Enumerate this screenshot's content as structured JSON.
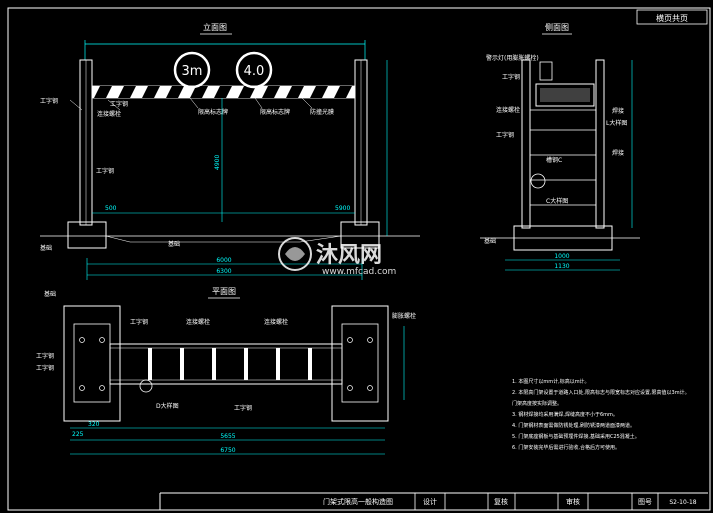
{
  "drawing": {
    "corner_tag": "横页共页",
    "front_view_title": "立面图",
    "side_view_title": "侧面图",
    "plan_view_title": "平面图",
    "signs": [
      "3m",
      "4.0"
    ],
    "front_labels": {
      "i_beam": "工字钢",
      "i_beam_2": "工字钢",
      "i_beam_3": "工字钢",
      "bolt": "连接螺栓",
      "sign_label": "限高标志牌",
      "bolt_2": "限高标志牌",
      "anchor": "防撞光膜",
      "base": "基础",
      "ground": "基础",
      "dim_4900": "4900",
      "dim_5900": "5900",
      "dim_500": "500",
      "dim_6000": "6000",
      "dim_6300": "6300"
    },
    "side_labels": {
      "top_note": "警示灯(用膨胀螺栓)",
      "i_beam": "工字钢",
      "bolt": "连接螺栓",
      "i_beam_2": "工字钢",
      "channel": "槽钢C",
      "channel_2": "C大样图",
      "base": "基础",
      "weld": "焊接",
      "weld_2": "焊接",
      "dim_1000": "1000",
      "dim_1130": "1130",
      "right_note": "L大样图"
    },
    "plan_labels": {
      "base": "基础",
      "i_beam": "工字钢",
      "i_beam_2": "工字钢",
      "bolt": "连接螺栓",
      "bolt_2": "连接螺栓",
      "anchor": "膨胀螺栓",
      "detail": "D大样图",
      "i_beam_3": "工字钢",
      "i_beam_4": "工字钢",
      "dim_5655": "5655",
      "dim_6750": "6750",
      "dim_320": "320",
      "dim_225": "225"
    },
    "notes": [
      "1. 本图尺寸以mm计,标高以m计。",
      "2. 本限高门架设置于道路入口处,限高标志与限宽标志对应设置,限高值以3m计。",
      "   门架高度按实际调整。",
      "3. 钢材焊接均采用满焊,焊缝高度不小于6mm。",
      "4. 门架钢材表面需做防锈处理,刷防锈漆两道面漆两道。",
      "5. 门架底座钢板与基础预埋件焊接,基础采用C25混凝土。",
      "6. 门架安装完毕后需进行验收,合格后方可使用。"
    ],
    "watermark": {
      "brand": "沐风网",
      "url": "www.mfcad.com"
    },
    "title_block": {
      "drawing_name": "门架式限高一般构造图",
      "design_label": "设计",
      "review_label": "复核",
      "check_label": "审核",
      "sheet_label": "图号",
      "sheet_no": "S2-10-18"
    }
  }
}
